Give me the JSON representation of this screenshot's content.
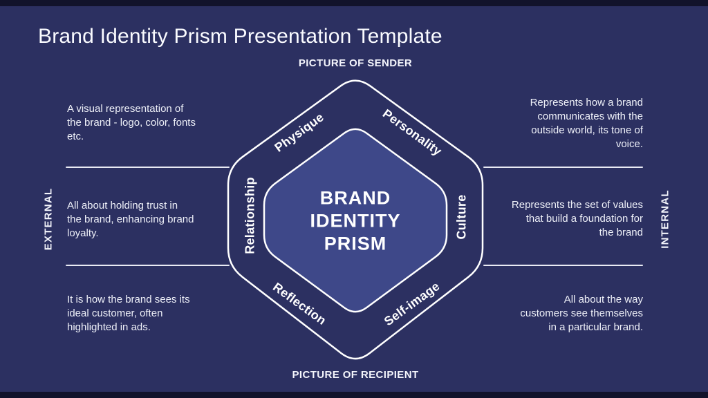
{
  "slide": {
    "title": "Brand Identity Prism Presentation Template",
    "sender_label": "PICTURE OF SENDER",
    "recipient_label": "PICTURE OF RECIPIENT",
    "external_label": "EXTERNAL",
    "internal_label": "INTERNAL"
  },
  "prism": {
    "center_title": "BRAND\nIDENTITY\nPRISM",
    "facets": {
      "physique": "Physique",
      "personality": "Personality",
      "relationship": "Relationship",
      "culture": "Culture",
      "reflection": "Reflection",
      "self_image": "Self-image"
    }
  },
  "descriptions": {
    "left": {
      "top": "A visual representation of\nthe brand - logo, color, fonts\netc.",
      "middle": "All about holding trust in\nthe brand, enhancing brand\nloyalty.",
      "bottom": "It is how the brand sees its\nideal customer, often\nhighlighted in ads."
    },
    "right": {
      "top": "Represents how a brand\ncommunicates with the\noutside world, its tone of\nvoice.",
      "middle": "Represents the set of values\nthat build a foundation for\nthe brand",
      "bottom": "All about the way\ncustomers see themselves\nin a particular brand."
    }
  },
  "colors": {
    "background": "#2c3061",
    "inner_hexagon": "#3e4889",
    "outline": "#ffffff",
    "edge_bar": "#12132b"
  }
}
